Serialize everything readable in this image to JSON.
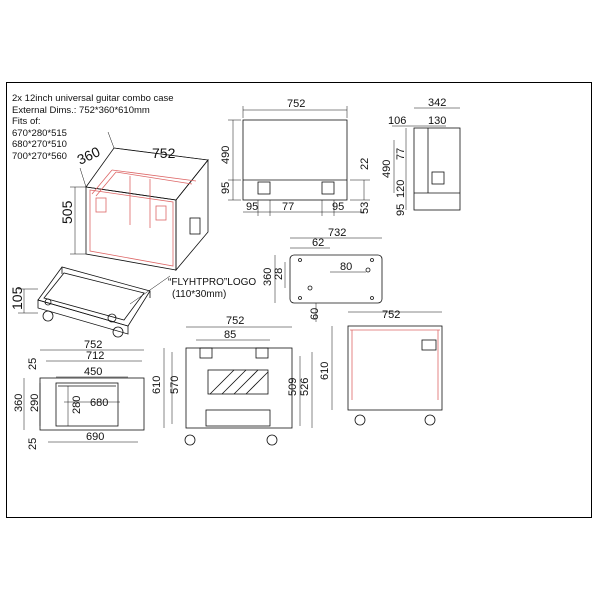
{
  "spec": {
    "title": "2x 12inch universal guitar combo case",
    "external": "External Dims.: 752*360*610mm",
    "fits_label": "Fits of:",
    "fits": [
      "670*280*515",
      "680*270*510",
      "700*270*560"
    ]
  },
  "iso": {
    "width": "752",
    "depth": "360",
    "height": "505"
  },
  "lid": {
    "height": "105",
    "logo_line1": "“FLYHTPRO”LOGO",
    "logo_line2": "(110*30mm)"
  },
  "top_front": {
    "width": "752",
    "h490": "490",
    "h95": "95",
    "b95a": "95",
    "b77": "77",
    "b95b": "95",
    "r22": "22",
    "r53": "53"
  },
  "top_side": {
    "w342": "342",
    "w106": "106",
    "w130": "130",
    "h77": "77",
    "h490": "490",
    "h120": "120",
    "h95": "95"
  },
  "plate": {
    "w732": "732",
    "w62": "62",
    "w80": "80",
    "h360": "360",
    "h28": "28",
    "h60": "60"
  },
  "plan": {
    "w752": "752",
    "w712": "712",
    "w450": "450",
    "w680": "680",
    "w690": "690",
    "h25a": "25",
    "h360": "360",
    "h290": "290",
    "h280": "280",
    "h25b": "25"
  },
  "front": {
    "w752": "752",
    "w85": "85",
    "h610": "610",
    "h570": "570",
    "h509": "509",
    "h526": "526"
  },
  "rear": {
    "w752": "752",
    "h610": "610"
  }
}
